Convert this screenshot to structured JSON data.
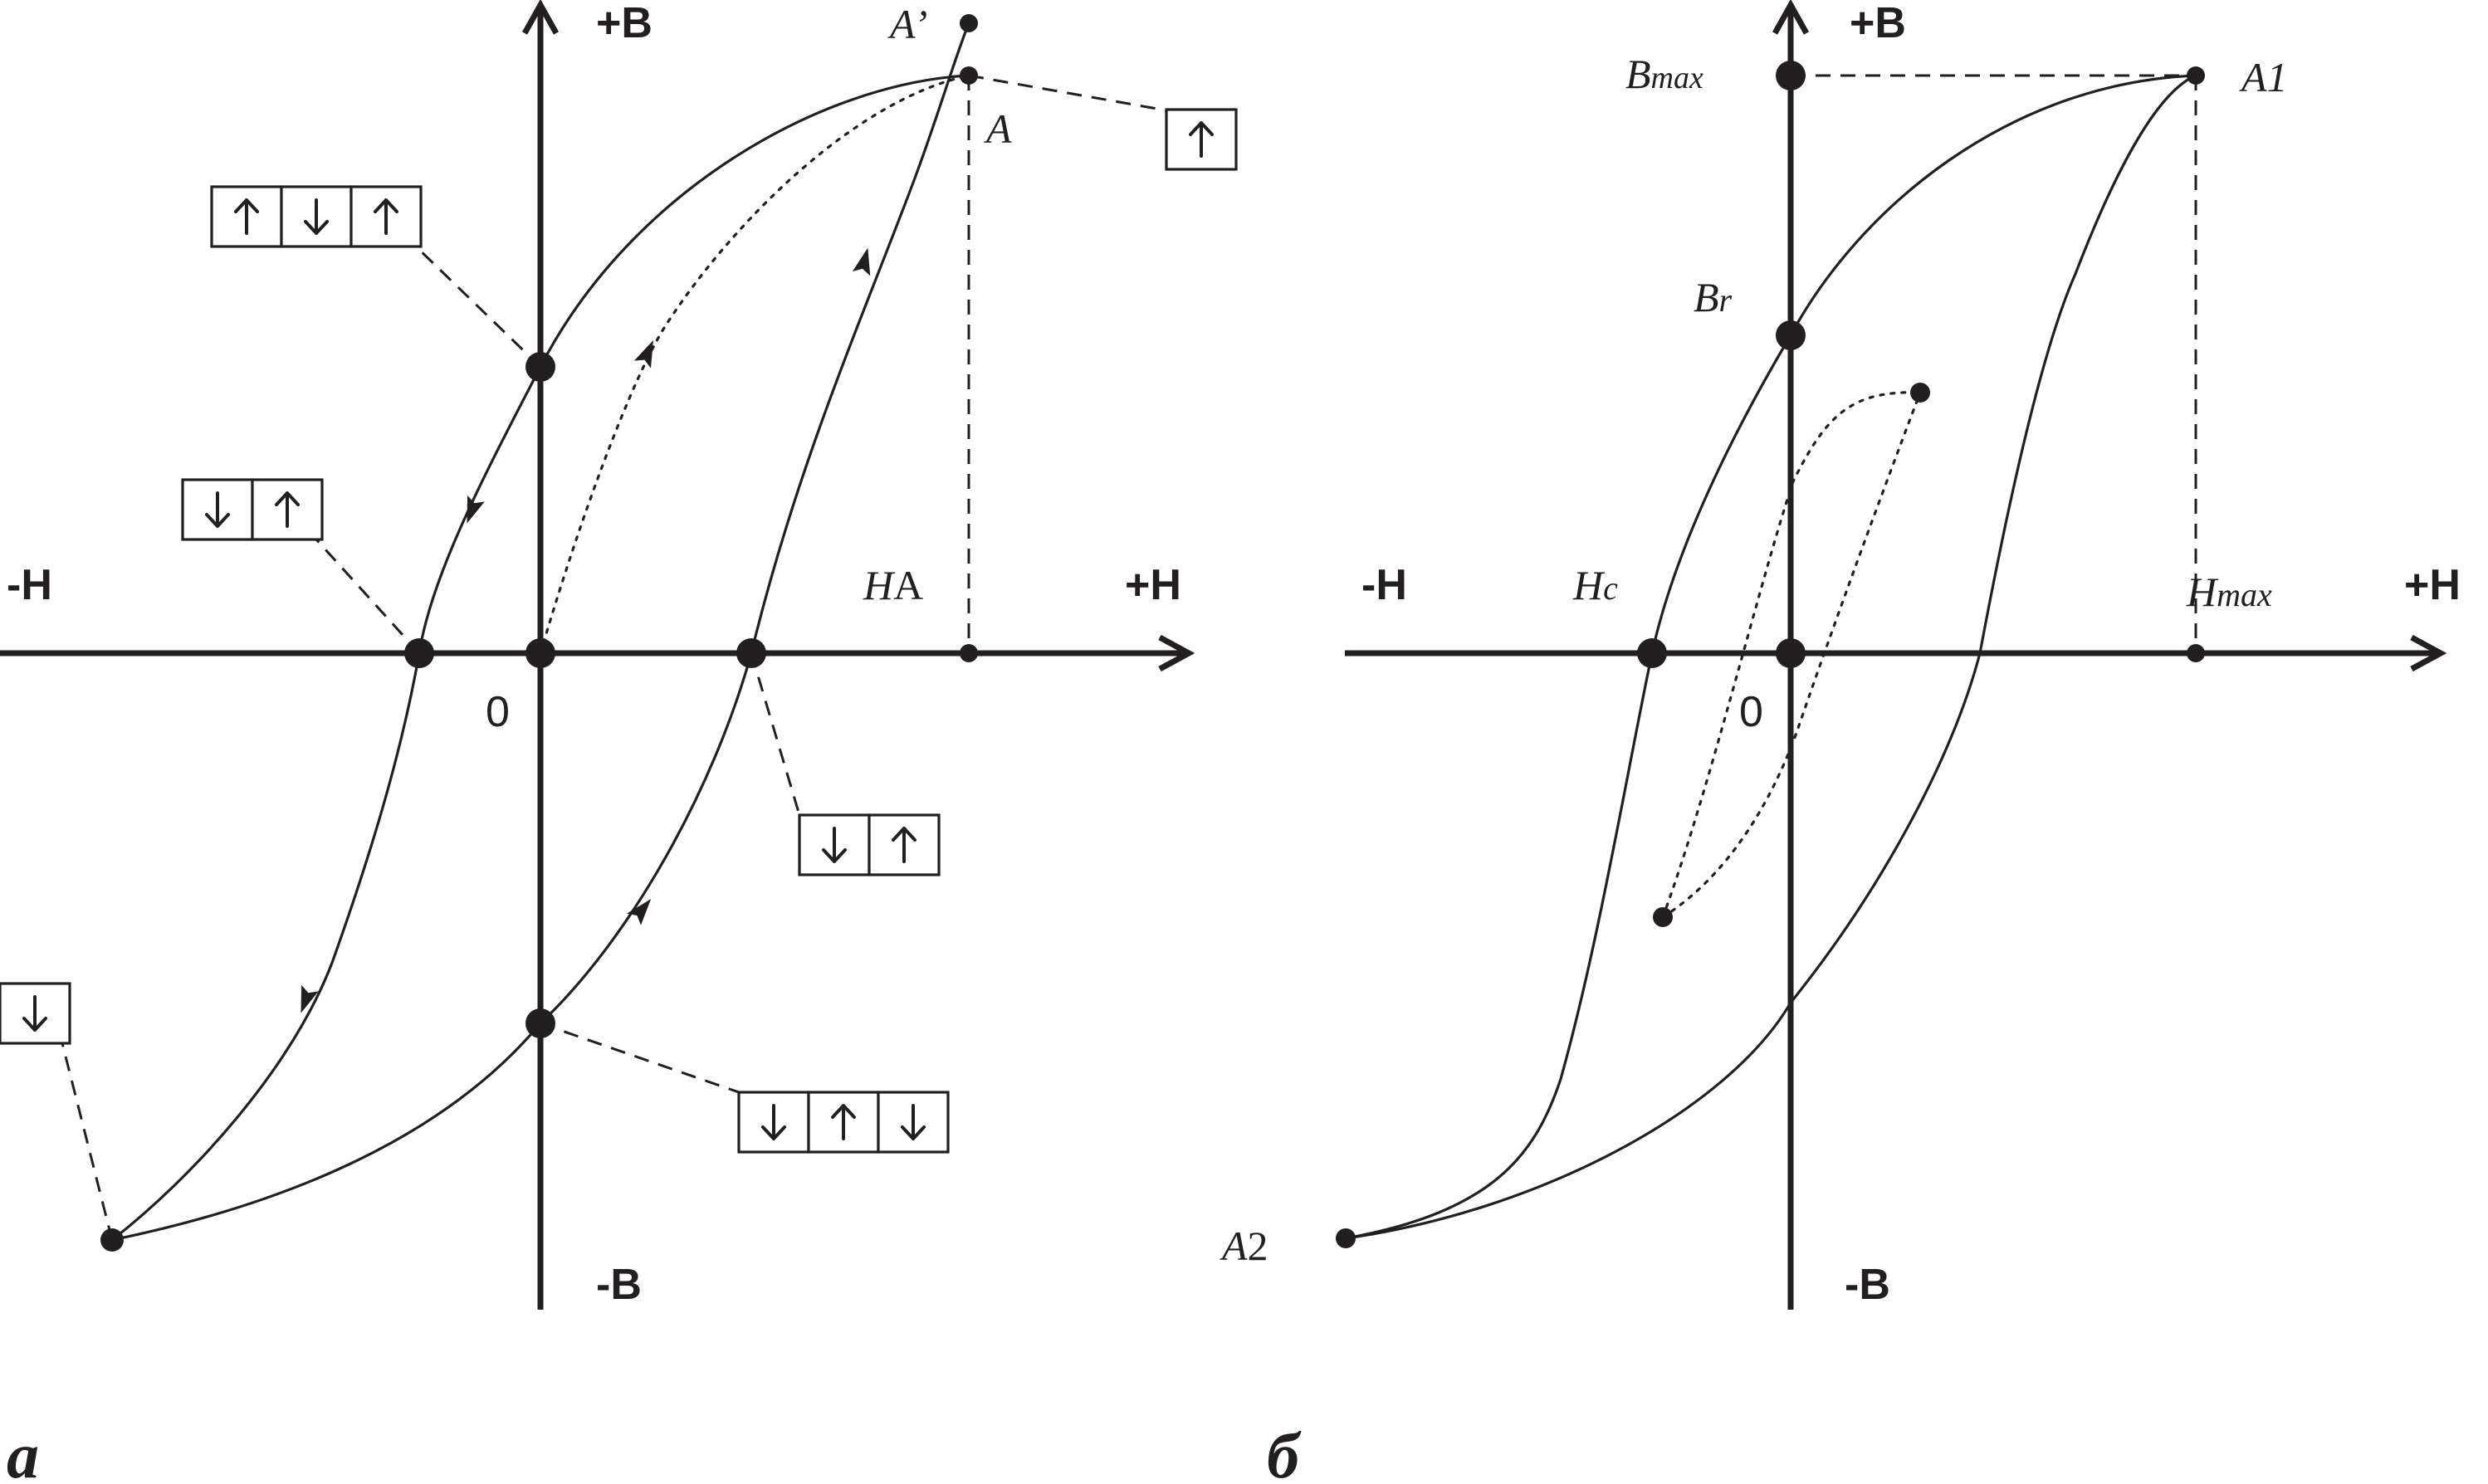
{
  "panel_a": {
    "panel_label": "a",
    "axis_labels": {
      "pos_b": "+B",
      "neg_b": "-B",
      "pos_h": "+H",
      "neg_h": "-H",
      "origin": "0"
    },
    "point_labels": {
      "a_prime": "A’",
      "a": "A",
      "h_a_main": "H",
      "h_a_sub": "A"
    },
    "domain_states": {
      "point_a": [
        "up"
      ],
      "remanence_top": [
        "up",
        "down",
        "up"
      ],
      "coercive_left": [
        "down",
        "up"
      ],
      "coercive_right": [
        "down",
        "up"
      ],
      "remanence_bottom": [
        "down",
        "up",
        "down"
      ],
      "negative_saturation": [
        "down"
      ]
    }
  },
  "panel_b": {
    "panel_label": "б",
    "axis_labels": {
      "pos_b": "+B",
      "neg_b": "-B",
      "pos_h": "+H",
      "neg_h": "-H",
      "origin": "0"
    },
    "point_labels": {
      "b_max_main": "B",
      "b_max_sub": "max",
      "a1_main": "A",
      "a1_sub": "1",
      "b_r_main": "B",
      "b_r_sub": "r",
      "h_c_main": "H",
      "h_c_sub": "c",
      "h_max_main": "H",
      "h_max_sub": "max",
      "a2_main": "A",
      "a2_sub": "2"
    }
  },
  "colors": {
    "ink": "#231f20",
    "background": "#ffffff"
  },
  "icons": {
    "spin_up": "up-arrow-icon",
    "spin_down": "down-arrow-icon"
  }
}
